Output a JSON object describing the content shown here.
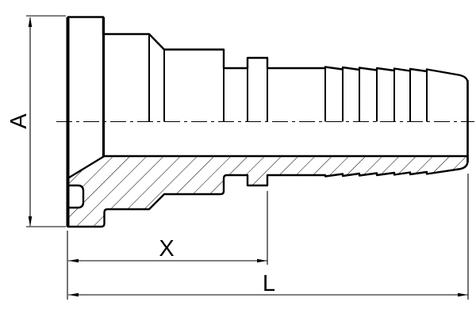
{
  "page": {
    "background_color": "#ffffff",
    "line_color": "#000000"
  },
  "drawing": {
    "kind": "technical-drawing-half-section-hose-flange-fitting",
    "hatch_style": "45-degree-diagonal",
    "centerline_style": "dash-dot",
    "dimension_labels": {
      "a": "A",
      "x": "X",
      "l": "L"
    }
  }
}
